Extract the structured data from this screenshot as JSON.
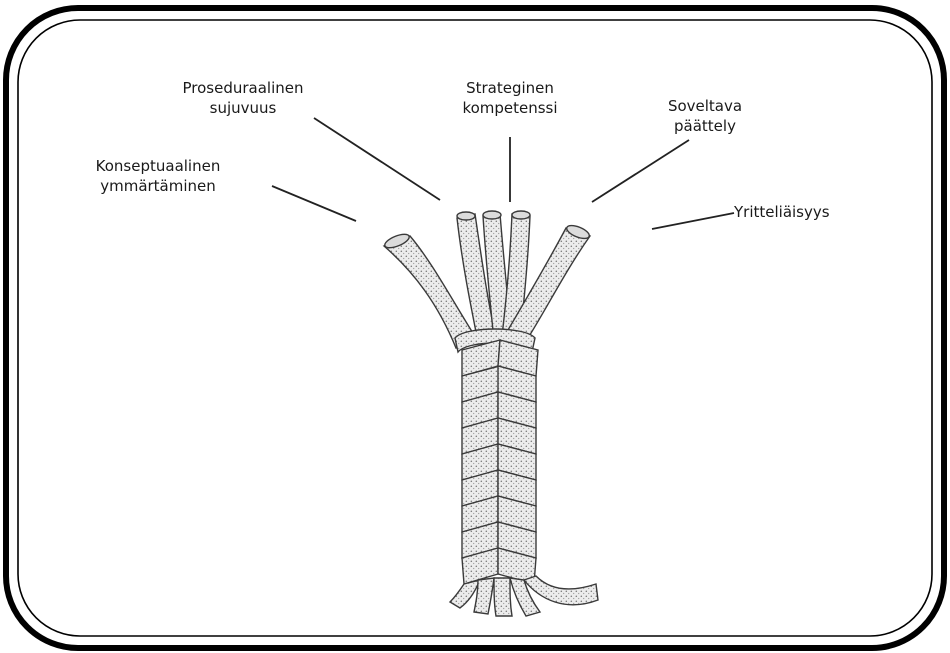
{
  "diagram": {
    "labels": {
      "conceptual": [
        "Konseptuaalinen",
        "ymmärtäminen"
      ],
      "procedural": [
        "Proseduraalinen",
        "sujuvuus"
      ],
      "strategic": [
        "Strateginen",
        "kompetenssi"
      ],
      "adaptive": [
        "Soveltava",
        "päättely"
      ],
      "productive": [
        "Yritteliäisyys"
      ]
    },
    "colors": {
      "frame": "#000000",
      "rope_fill": "#e8e8e8",
      "rope_stroke": "#3a3a3a"
    }
  }
}
